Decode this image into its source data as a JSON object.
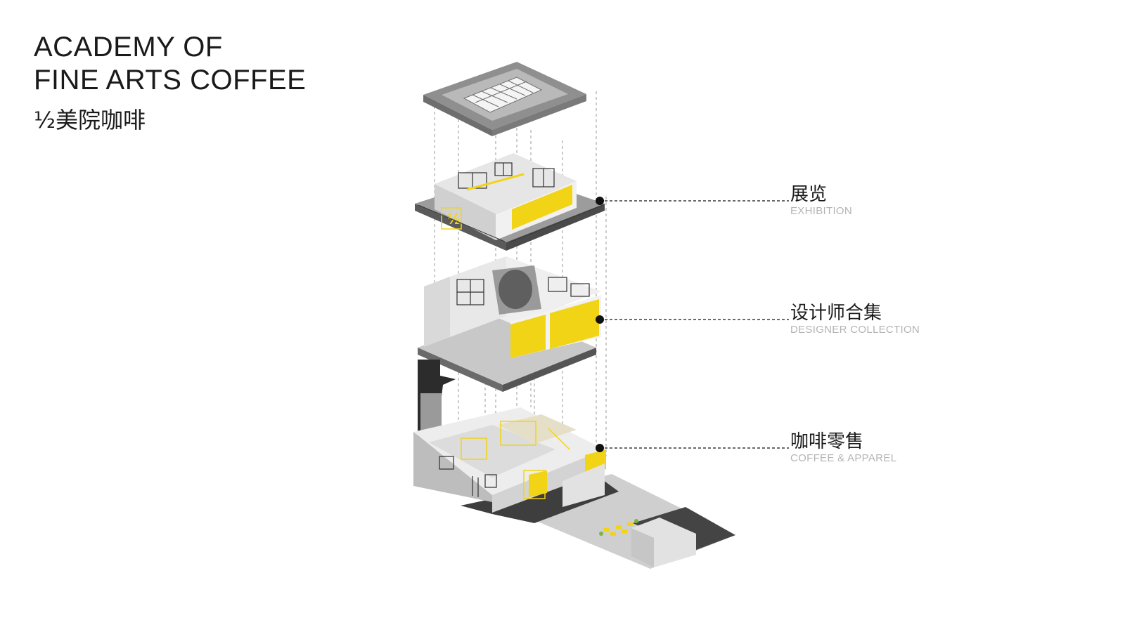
{
  "title": {
    "line1": "ACADEMY OF",
    "line2": "FINE ARTS COFFEE",
    "cn": "½美院咖啡"
  },
  "callouts": [
    {
      "cn": "展览",
      "en": "EXHIBITION"
    },
    {
      "cn": "设计师合集",
      "en": "DESIGNER COLLECTION"
    },
    {
      "cn": "咖啡零售",
      "en": "COFFEE & APPAREL"
    }
  ],
  "logo_mark": "1/2",
  "colors": {
    "accent_yellow": "#f2d417",
    "wall": "#dcdcdc",
    "roof": "#8a8a8a",
    "dark": "#2e2e2e",
    "leader": "#111111"
  }
}
